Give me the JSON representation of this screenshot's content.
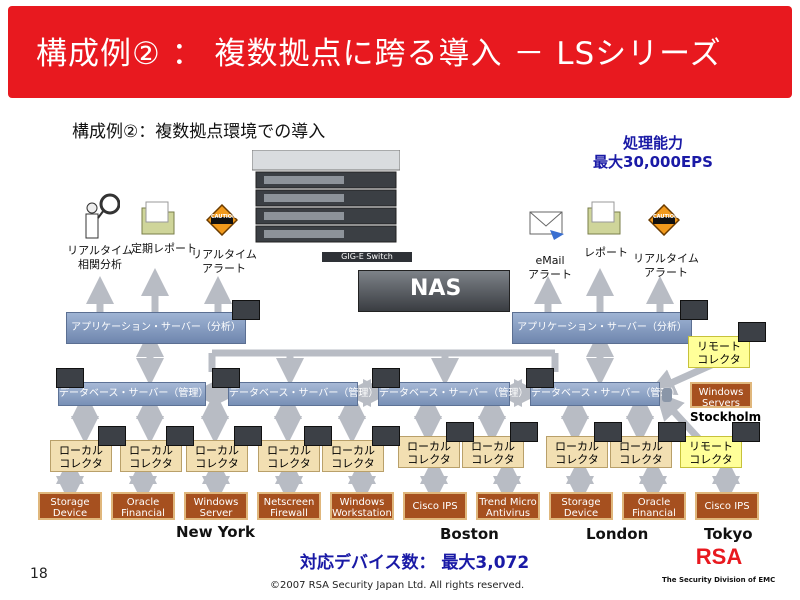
{
  "title": "構成例② ： 複数拠点に跨る導入 － LSシリーズ",
  "subtitle": "構成例②：複数拠点環境での導入",
  "capacity": {
    "line1": "処理能力",
    "line2": "最大30,000EPS"
  },
  "outputs_left": [
    {
      "line1": "リアルタイム",
      "line2": "相関分析"
    },
    {
      "line1": "定期レポート",
      "line2": ""
    },
    {
      "line1": "リアルタイム",
      "line2": "アラート"
    }
  ],
  "outputs_right": [
    {
      "line1": "eMail",
      "line2": "アラート"
    },
    {
      "line1": "レポート",
      "line2": ""
    },
    {
      "line1": "リアルタイム",
      "line2": "アラート"
    }
  ],
  "caution_label": "CAUTION",
  "switch_label": "GIG-E Switch",
  "nas_label": "NAS",
  "app_server_label": "アプリケーション・サーバー（分析）",
  "db_server_label": "データベース・サーバー（管理）",
  "remote_collector": {
    "line1": "リモート",
    "line2": "コレクタ"
  },
  "local_collector": {
    "line1": "ローカル",
    "line2": "コレクタ"
  },
  "windows_servers": {
    "line1": "Windows",
    "line2": "Servers"
  },
  "stockholm": "Stockholm",
  "devices": [
    {
      "line1": "Storage",
      "line2": "Device"
    },
    {
      "line1": "Oracle",
      "line2": "Financial"
    },
    {
      "line1": "Windows",
      "line2": "Server"
    },
    {
      "line1": "Netscreen",
      "line2": "Firewall"
    },
    {
      "line1": "Windows",
      "line2": "Workstation"
    },
    {
      "line1": "Cisco IPS",
      "line2": ""
    },
    {
      "line1": "Trend Micro",
      "line2": "Antivirus"
    },
    {
      "line1": "Storage",
      "line2": "Device"
    },
    {
      "line1": "Oracle",
      "line2": "Financial"
    },
    {
      "line1": "Cisco IPS",
      "line2": ""
    }
  ],
  "cities": [
    "New York",
    "Boston",
    "London",
    "Tokyo"
  ],
  "device_count": "対応デバイス数： 最大3,072",
  "page_number": "18",
  "copyright": "©2007 RSA Security Japan Ltd. All rights reserved.",
  "logo_text": "RSA",
  "logo_tagline": "The Security Division of EMC",
  "colors": {
    "title_bar": "#e8191f",
    "caption": "#1a1aa6",
    "device": "#a6501f",
    "collector": "#f2dfb2",
    "remote": "#ffff99"
  }
}
